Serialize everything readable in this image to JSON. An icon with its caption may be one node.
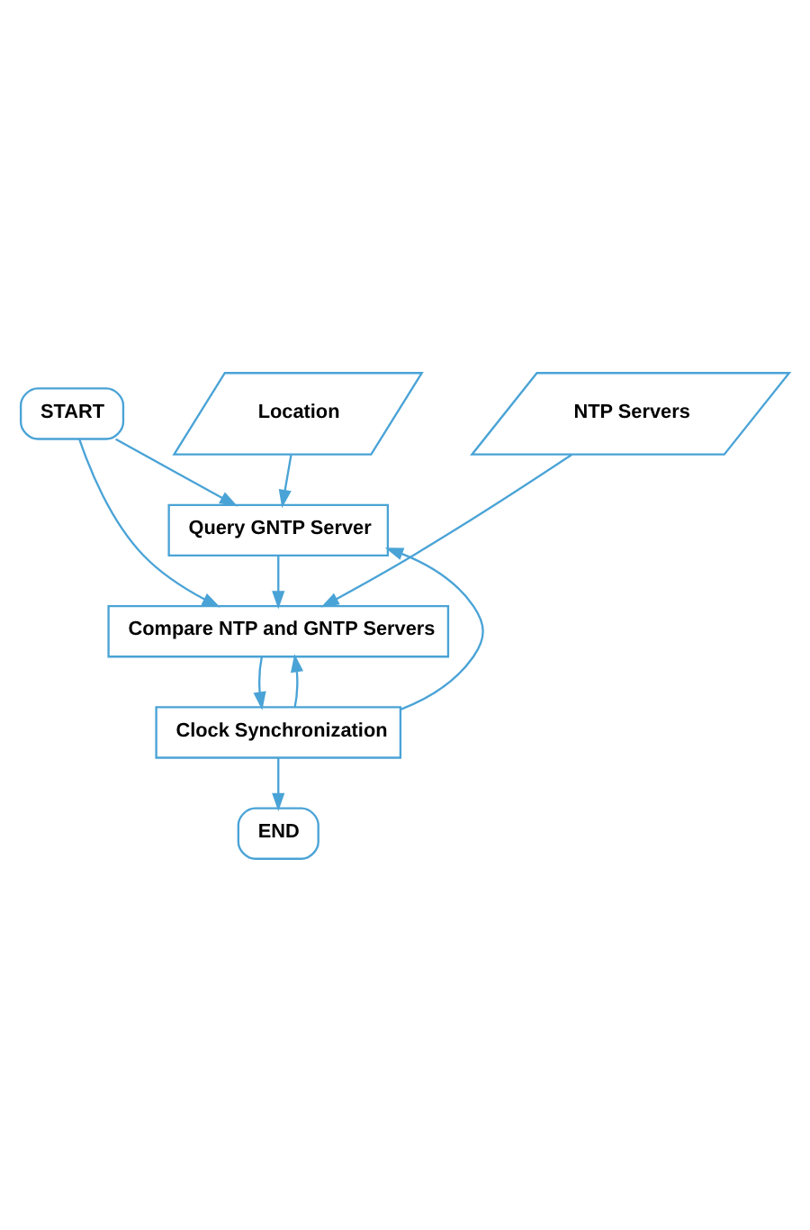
{
  "diagram": {
    "nodes": [
      {
        "text": [
          "START"
        ]
      },
      {
        "text": [
          "Location"
        ]
      },
      {
        "text": [
          "NTP Servers"
        ]
      },
      {
        "text": [
          "Query GNTP Server"
        ]
      },
      {
        "text": [
          "Compare NTP and GNTP Servers"
        ]
      },
      {
        "text": [
          "Clock Synchronization"
        ]
      },
      {
        "text": [
          "END"
        ]
      }
    ],
    "edges": [
      {
        "from": 0,
        "to": 3,
        "arrow": "to"
      },
      {
        "from": 0,
        "to": 4,
        "arrow": "to"
      },
      {
        "from": 2,
        "to": 4,
        "arrow": "to"
      },
      {
        "from": 1,
        "to": 3,
        "arrow": "to"
      },
      {
        "from": 3,
        "to": 4,
        "arrow": "to"
      },
      {
        "from": 4,
        "to": 5,
        "arrow": "to"
      },
      {
        "from": 5,
        "to": 6,
        "arrow": "to"
      },
      {
        "from": 5,
        "to": 4,
        "arrow": "to"
      },
      {
        "from": 5,
        "to": 3,
        "arrow": "to"
      }
    ]
  }
}
